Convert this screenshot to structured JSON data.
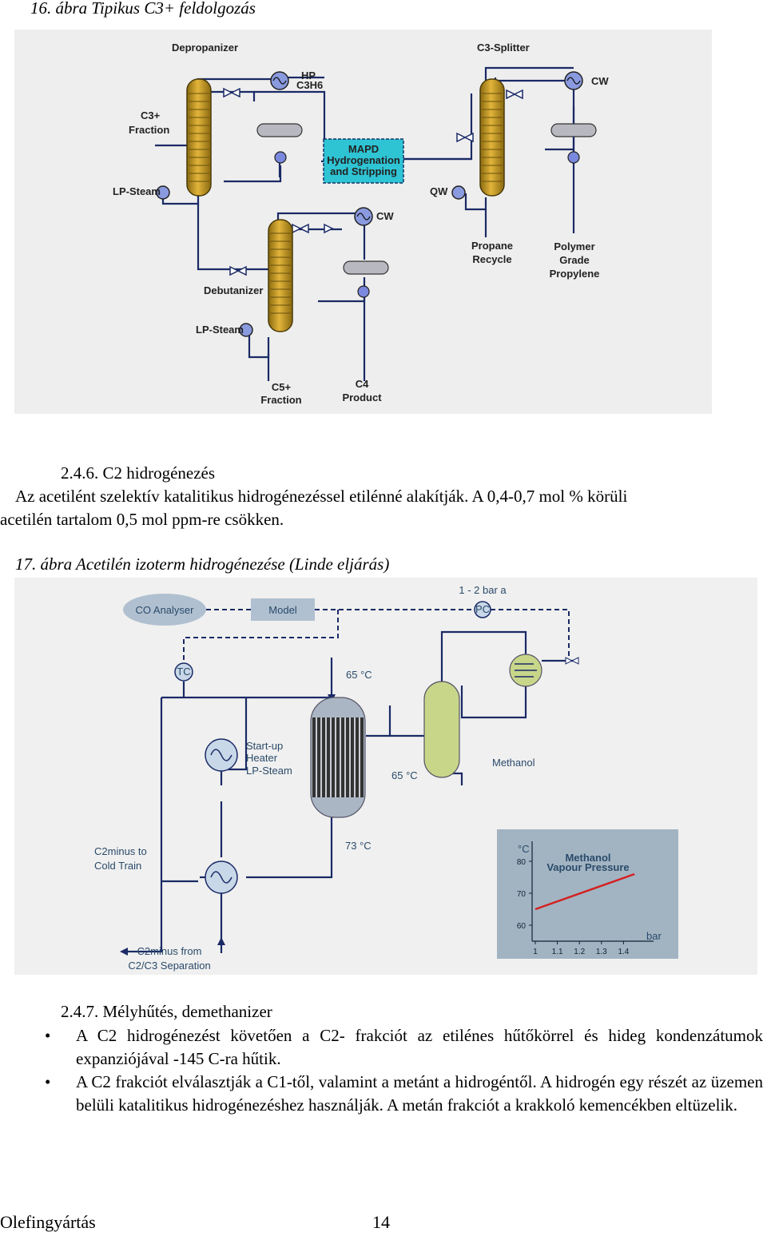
{
  "figure16": {
    "caption": "16. ábra Tipikus C3+ feldolgozás",
    "labels": {
      "depropanizer": "Depropanizer",
      "c3_splitter": "C3-Splitter",
      "hp": "HP",
      "c3h6": "C3H6",
      "cw_top": "CW",
      "c3_fraction_1": "C3+",
      "c3_fraction_2": "Fraction",
      "mapd_1": "MAPD",
      "mapd_2": "Hydrogenation",
      "mapd_3": "and Stripping",
      "lp_steam_1": "LP-Steam",
      "qw": "QW",
      "cw_mid": "CW",
      "propane_1": "Propane",
      "propane_2": "Recycle",
      "polymer_1": "Polymer",
      "polymer_2": "Grade",
      "polymer_3": "Propylene",
      "debutanizer": "Debutanizer",
      "lp_steam_2": "LP-Steam",
      "c5_1": "C5+",
      "c5_2": "Fraction",
      "c4_1": "C4",
      "c4_2": "Product"
    }
  },
  "section_246": {
    "heading": "2.4.6.   C2 hidrogénezés",
    "line1": "Az acetilént szelektív katalitikus hidrogénezéssel etilénné alakítják. A 0,4-0,7 mol % körüli",
    "line2": "acetilén tartalom 0,5 mol ppm-re csökken."
  },
  "figure17": {
    "caption": "17. ábra Acetilén  izoterm hidrogénezése (Linde eljárás)",
    "labels": {
      "co_analyser": "CO Analyser",
      "model": "Model",
      "pressure": "1 - 2 bar a",
      "pc": "PC",
      "tc": "TC",
      "t65_top": "65 °C",
      "startup_1": "Start-up",
      "startup_2": "Heater",
      "startup_3": "LP-Steam",
      "t65_mid": "65 °C",
      "methanol": "Methanol",
      "t73": "73 °C",
      "c2minus_to_1": "C2minus to",
      "c2minus_to_2": "Cold Train",
      "c2minus_from_1": "C2minus from",
      "c2minus_from_2": "C2/C3 Separation"
    },
    "inset_chart": {
      "chart_data": {
        "type": "line",
        "title": "Methanol Vapour Pressure",
        "ylabel": "°C",
        "xlabel": "bar",
        "x_ticks": [
          "1",
          "1.1",
          "1.2",
          "1.3",
          "1.4"
        ],
        "y_ticks": [
          "60",
          "70",
          "80"
        ],
        "xlim": [
          1,
          1.5
        ],
        "ylim": [
          55,
          85
        ],
        "series": [
          {
            "x": [
              1.0,
              1.45
            ],
            "y": [
              65,
              76
            ]
          }
        ]
      },
      "title_1": "Methanol",
      "title_2": "Vapour Pressure",
      "line_color": "#d42020"
    }
  },
  "section_247": {
    "heading": "2.4.7.   Mélyhűtés, demethanizer",
    "bullets": [
      {
        "line1": "A C2 hidrogénezést követően a C2- frakciót az etilénes hűtőkörrel és hideg",
        "line2": "kondenzátumok expanziójával -145 C-ra hűtik."
      },
      {
        "line1": "A C2 frakciót elválasztják a C1-től, valamint a metánt a hidrogéntől. A hidrogén egy",
        "line2": "részét az üzemen belüli katalitikus hidrogénezéshez használják. A metán frakciót a",
        "line3": "krakkoló kemencékben eltüzelik."
      }
    ]
  },
  "footer": {
    "title": "Olefingyártás",
    "page": "14"
  }
}
